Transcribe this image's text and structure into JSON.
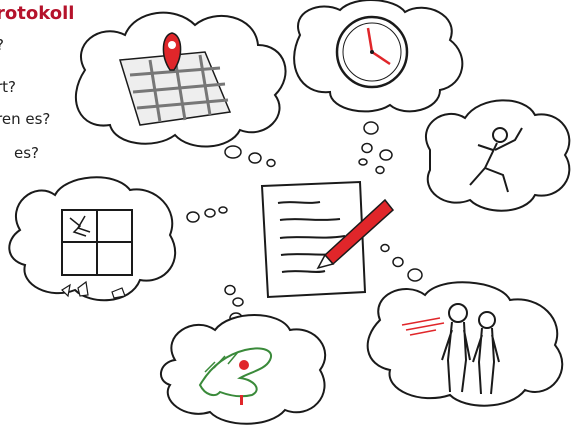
{
  "title": "rotokoll",
  "questions": [
    "?",
    "rt?",
    "ren es?",
    "es?"
  ],
  "colors": {
    "accent": "#b5122b",
    "ink": "#1a1a1a",
    "red": "#e0262a",
    "green": "#3a8a3a"
  },
  "icons": [
    "map-pin-icon",
    "clock-icon",
    "running-person-icon",
    "broken-window-icon",
    "protocol-document-icon",
    "pen-icon",
    "injured-hand-icon",
    "two-persons-icon"
  ]
}
